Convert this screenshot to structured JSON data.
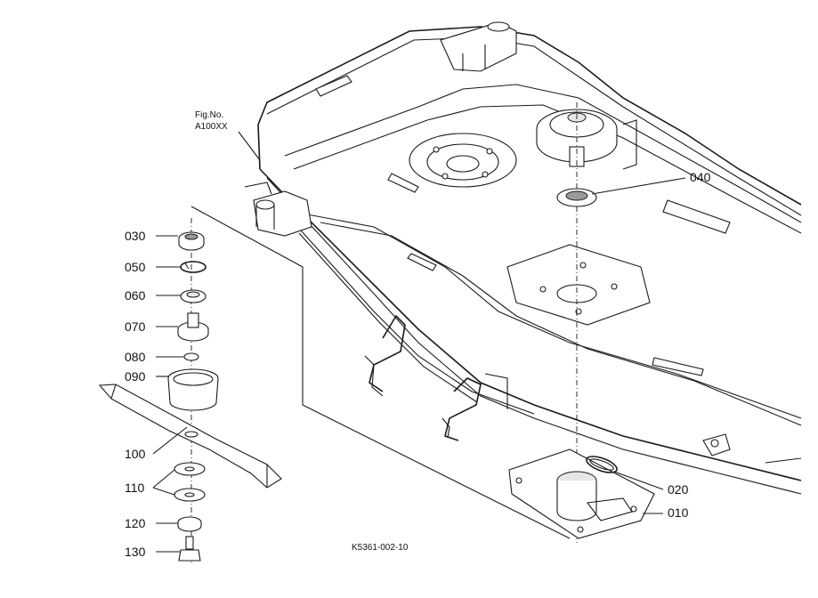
{
  "figure": {
    "fig_no_label": "Fig.No.",
    "fig_no_value": "A100XX",
    "drawing_code": "K5361-002-10"
  },
  "callouts": [
    {
      "id": "030",
      "label": "030"
    },
    {
      "id": "050",
      "label": "050"
    },
    {
      "id": "060",
      "label": "060"
    },
    {
      "id": "070",
      "label": "070"
    },
    {
      "id": "080",
      "label": "080"
    },
    {
      "id": "090",
      "label": "090"
    },
    {
      "id": "100",
      "label": "100"
    },
    {
      "id": "110",
      "label": "110"
    },
    {
      "id": "120",
      "label": "120"
    },
    {
      "id": "130",
      "label": "130"
    },
    {
      "id": "040",
      "label": "040"
    },
    {
      "id": "020",
      "label": "020"
    },
    {
      "id": "010",
      "label": "010"
    }
  ]
}
